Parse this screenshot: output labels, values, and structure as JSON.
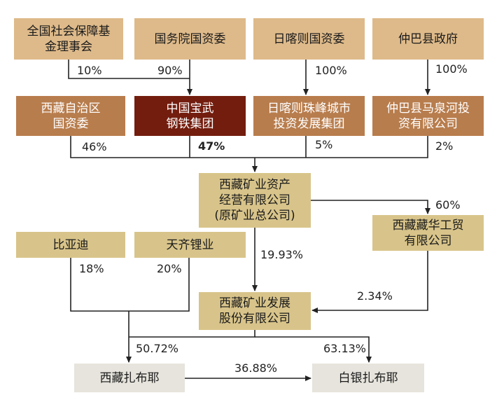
{
  "nodes": {
    "shehui_baozhang": "全国社会保障基\n金理事会",
    "guowuyuan_guozi": "国务院国资委",
    "rikaze_guozi": "日喀则国资委",
    "zhongba_zhengfu": "仲巴县政府",
    "xizang_guozi": "西藏自治区\n国资委",
    "baowu": "中国宝武\n钢铁集团",
    "zhufeng": "日喀则珠峰城市\n投资发展集团",
    "maquanhe": "仲巴县马泉河投\n资有限公司",
    "kuangye_zichan": "西藏矿业资产\n经营有限公司\n(原矿业总公司)",
    "biyadi": "比亚迪",
    "tianqi": "天齐锂业",
    "huagong": "西藏藏华工贸\n有限公司",
    "kuangye_fazhan": "西藏矿业发展\n股份有限公司",
    "xizang_zhabuye": "西藏扎布耶",
    "baiyin_zhabuye": "白银扎布耶"
  },
  "edges": {
    "shehui_to_baowu": "10%",
    "guowuyuan_to_baowu": "90%",
    "rikaze_to_zhufeng": "100%",
    "zhongba_to_maquanhe": "100%",
    "xizang_to_zichan": "46%",
    "baowu_to_zichan": "47%",
    "zhufeng_to_zichan": "5%",
    "maquanhe_to_zichan": "2%",
    "zichan_to_huagong": "60%",
    "biyadi_to_zhabuye": "18%",
    "tianqi_to_zhabuye": "20%",
    "zichan_to_fazhan": "19.93%",
    "huagong_to_fazhan": "2.34%",
    "fazhan_to_xizang_zhabuye": "50.72%",
    "fazhan_to_baiyin_zhabuye": "63.13%",
    "xizang_zhabuye_to_baiyin": "36.88%"
  },
  "colors": {
    "top_tier": "#deba8a",
    "second_tier": "#b87d4d",
    "highlight": "#731d0e",
    "company": "#d8c48a",
    "subsidiary": "#e6e4dc"
  }
}
